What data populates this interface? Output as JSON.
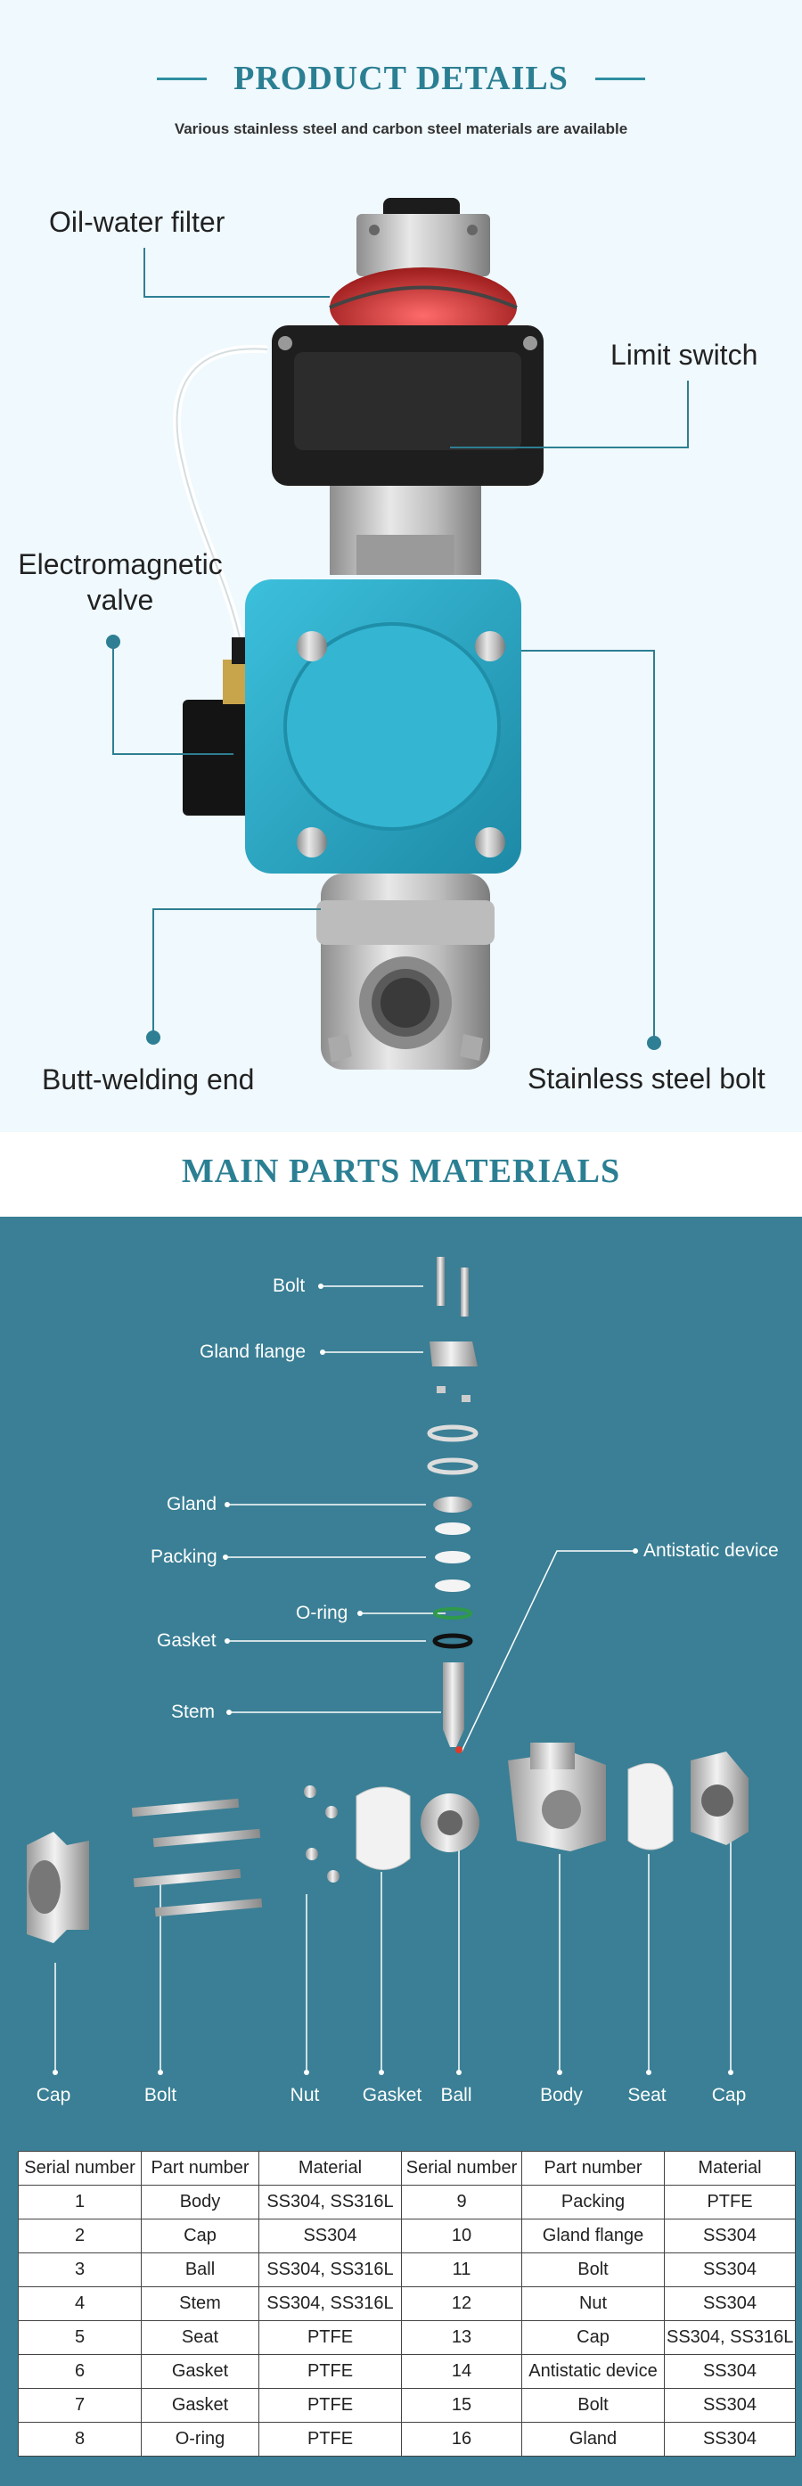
{
  "details": {
    "title": "PRODUCT DETAILS",
    "subtitle": "Various stainless steel and carbon steel materials are available",
    "callouts": {
      "oil_water_filter": "Oil-water filter",
      "limit_switch": "Limit switch",
      "electromagnetic_valve_line1": "Electromagnetic",
      "electromagnetic_valve_line2": "valve",
      "butt_welding_end": "Butt-welding end",
      "stainless_steel_bolt": "Stainless steel bolt"
    },
    "colors": {
      "background": "#f0f9fd",
      "accent": "#2b7f93",
      "actuator": "#2aa8c8",
      "limit_switch_body": "#1e1e1e"
    }
  },
  "materials": {
    "title": "MAIN PARTS MATERIALS",
    "colors": {
      "panel": "#3a7f95"
    },
    "part_labels": {
      "bolt": "Bolt",
      "gland_flange": "Gland flange",
      "gland": "Gland",
      "packing": "Packing",
      "o_ring": "O-ring",
      "gasket": "Gasket",
      "stem": "Stem",
      "antistatic_device": "Antistatic device"
    },
    "bottom_labels": {
      "cap_left": "Cap",
      "bolt": "Bolt",
      "nut": "Nut",
      "gasket": "Gasket",
      "ball": "Ball",
      "body": "Body",
      "seat": "Seat",
      "cap_right": "Cap"
    },
    "table": {
      "headers": [
        "Serial number",
        "Part number",
        "Material",
        "Serial number",
        "Part number",
        "Material"
      ],
      "rows": [
        [
          "1",
          "Body",
          "SS304, SS316L",
          "9",
          "Packing",
          "PTFE"
        ],
        [
          "2",
          "Cap",
          "SS304",
          "10",
          "Gland flange",
          "SS304"
        ],
        [
          "3",
          "Ball",
          "SS304, SS316L",
          "11",
          "Bolt",
          "SS304"
        ],
        [
          "4",
          "Stem",
          "SS304, SS316L",
          "12",
          "Nut",
          "SS304"
        ],
        [
          "5",
          "Seat",
          "PTFE",
          "13",
          "Cap",
          "SS304, SS316L"
        ],
        [
          "6",
          "Gasket",
          "PTFE",
          "14",
          "Antistatic device",
          "SS304"
        ],
        [
          "7",
          "Gasket",
          "PTFE",
          "15",
          "Bolt",
          "SS304"
        ],
        [
          "8",
          "O-ring",
          "PTFE",
          "16",
          "Gland",
          "SS304"
        ]
      ]
    }
  }
}
